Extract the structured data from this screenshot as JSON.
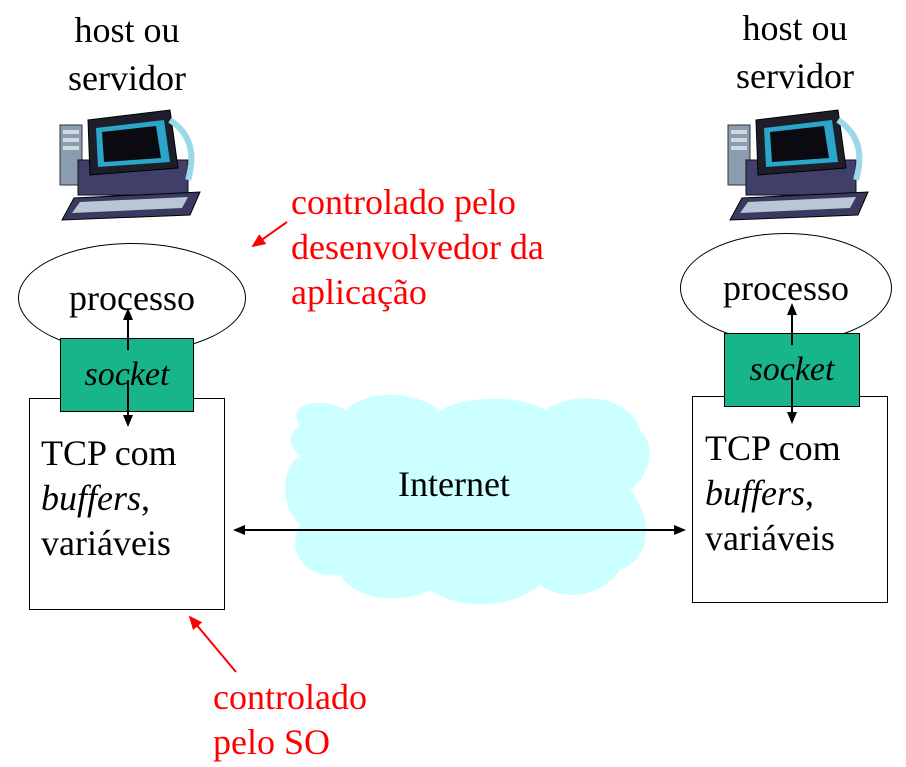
{
  "left_host": {
    "title_line1": "host ou",
    "title_line2": "servidor",
    "process_label": "processo",
    "socket_label": "socket",
    "tcp_line1": "TCP com",
    "tcp_line2_italic": "buffers",
    "tcp_line2_suffix": ",",
    "tcp_line3": "variáveis"
  },
  "right_host": {
    "title_line1": "host ou",
    "title_line2": "servidor",
    "process_label": "processo",
    "socket_label": "socket",
    "tcp_line1": "TCP com",
    "tcp_line2_italic": "buffers",
    "tcp_line2_suffix": ",",
    "tcp_line3": "variáveis"
  },
  "cloud_label": "Internet",
  "annotation_app": {
    "line1": "controlado pelo",
    "line2": "desenvolvedor da",
    "line3": "aplicação"
  },
  "annotation_os": {
    "line1": "controlado",
    "line2": "pelo SO"
  },
  "colors": {
    "annotation": "#ff0000",
    "socket": "#18b48a",
    "cloud": "#ccffff",
    "monitor_screen": "#2aa6c8"
  },
  "icons": [
    "computer-icon",
    "computer-icon"
  ]
}
